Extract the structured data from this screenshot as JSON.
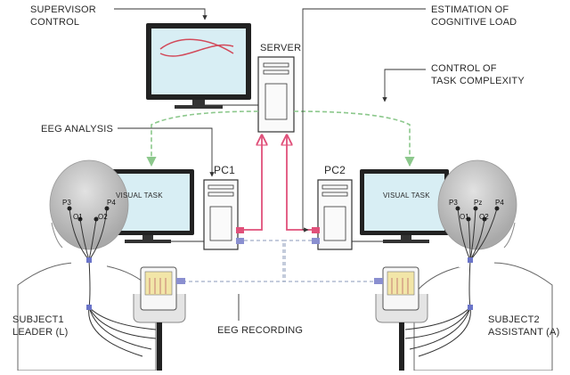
{
  "labels": {
    "supervisor_control": "SUPERVISOR\nCONTROL",
    "estimation": "ESTIMATION OF\nCOGNITIVE LOAD",
    "server": "SERVER",
    "control_task": "CONTROL OF\nTASK COMPLEXITY",
    "eeg_analysis": "EEG ANALYSIS",
    "pc1": "PC1",
    "pc2": "PC2",
    "visual_task_left": "VISUAL TASK",
    "visual_task_right": "VISUAL TASK",
    "eeg_recording": "EEG RECORDING",
    "subject1": "SUBJECT1\nLEADER (L)",
    "subject2": "SUBJECT2\nASSISTANT (A)"
  },
  "electrodes": {
    "left": [
      "P3",
      "O1",
      "O2",
      "P4"
    ],
    "right": [
      "P3",
      "Pz",
      "O1",
      "O2",
      "P4"
    ]
  },
  "colors": {
    "line": "#333333",
    "green_arrow": "#8cc88c",
    "red_link": "#e0507a",
    "dashed_link": "#8a9ab8",
    "screen": "#d8eef4",
    "head": "#c8c8c8",
    "amp": "#f2e6a8"
  },
  "icons": [
    "monitor-icon",
    "server-tower-icon",
    "head-icon",
    "eeg-amplifier-icon"
  ]
}
